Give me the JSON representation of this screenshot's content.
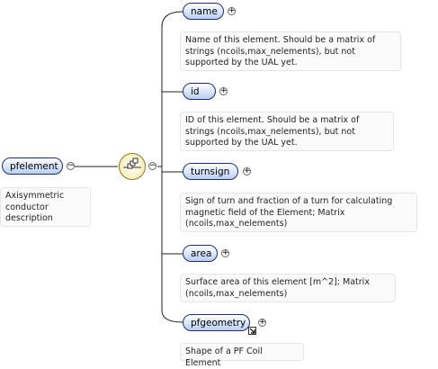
{
  "root": {
    "label": "pfelement",
    "description": "Axisymmetric conductor description"
  },
  "compositor": {
    "icon": "sequence-compositor-icon"
  },
  "children": [
    {
      "label": "name",
      "description": "Name of this element. Should be a matrix of strings (ncoils,max_nelements), but not supported by the UAL yet."
    },
    {
      "label": "id",
      "description": "ID of this element. Should be a matrix of strings (ncoils,max_nelements), but not supported by the UAL yet."
    },
    {
      "label": "turnsign",
      "description": "Sign of turn and fraction of a turn for calculating magnetic field of the Element; Matrix (ncoils,max_nelements)"
    },
    {
      "label": "area",
      "description": "Surface area of this element [m^2]; Matrix (ncoils,max_nelements)"
    },
    {
      "label": "pfgeometry",
      "description": "Shape of a PF Coil Element"
    }
  ],
  "toggles": {
    "collapse": "−",
    "expand": "+"
  },
  "colors": {
    "node_border": "#1e2f63",
    "node_fill": "#b9cdf0",
    "line": "#222222",
    "compositor": "#f3e6a6"
  }
}
